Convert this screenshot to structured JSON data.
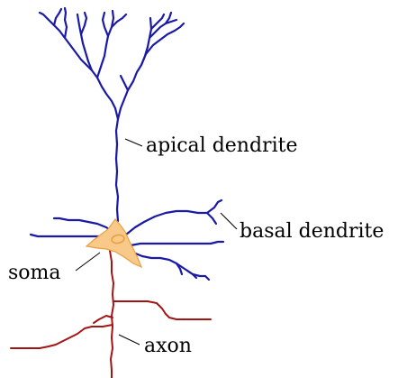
{
  "labels": {
    "apical": "apical dendrite",
    "basal": "basal dendrite",
    "soma": "soma",
    "axon": "axon"
  },
  "colors": {
    "dendrite": "#1a1aa6",
    "axon": "#a31515",
    "soma_fill": "#f9c98a",
    "soma_stroke": "#e8a040",
    "nucleus": "#e8a040"
  }
}
